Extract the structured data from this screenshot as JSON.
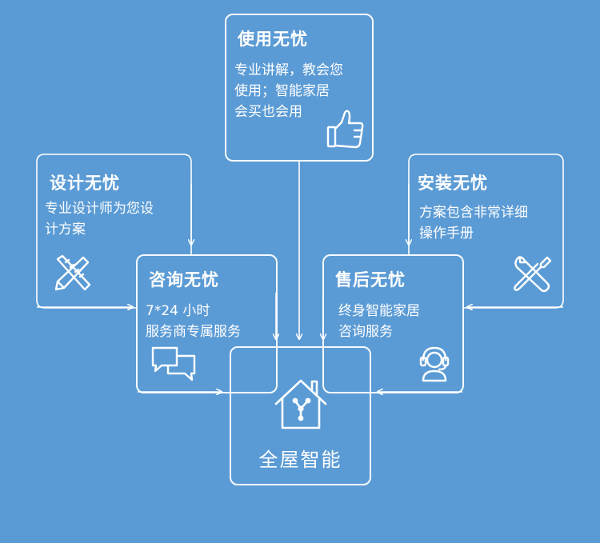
{
  "cards": {
    "usage": {
      "title": "使用无忧",
      "lines": [
        "专业讲解，教会您",
        "使用；智能家居",
        "会买也会用"
      ]
    },
    "design": {
      "title": "设计无忧",
      "lines": [
        "专业设计师为您设",
        "计方案"
      ]
    },
    "install": {
      "title": "安装无忧",
      "lines": [
        "方案包含非常详细",
        "操作手册"
      ]
    },
    "consult": {
      "title": "咨询无忧",
      "lines": [
        "7*24 小时",
        "服务商专属服务"
      ]
    },
    "aftersale": {
      "title": "售后无忧",
      "lines": [
        "终身智能家居",
        "咨询服务"
      ]
    }
  },
  "center": {
    "label": "全屋智能"
  },
  "icons": {
    "usage": "thumbs-up-icon",
    "design": "pencil-ruler-icon",
    "install": "wrench-screwdriver-icon",
    "consult": "chat-bubbles-icon",
    "aftersale": "headset-agent-icon",
    "center": "smart-home-icon"
  },
  "colors": {
    "background": "#5b9bd5",
    "foreground": "#ffffff"
  }
}
